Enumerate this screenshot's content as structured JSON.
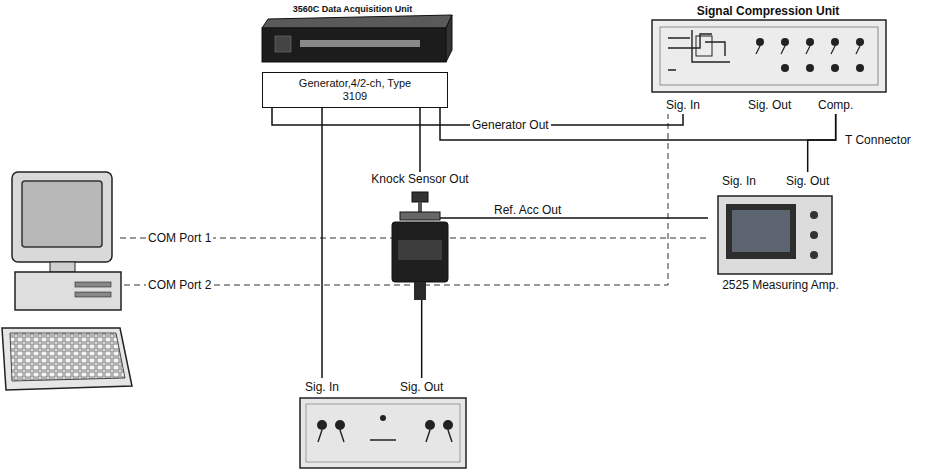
{
  "diagram": {
    "nodes": [
      {
        "text": [
          "3560C Data Acquisition Unit"
        ]
      },
      {
        "text": [
          "Generator,4/2-ch, Type 3109"
        ]
      },
      {
        "text": [
          "Signal Compression Unit",
          "Sig. In",
          "Sig. Out",
          "Comp."
        ]
      },
      {
        "text": [
          "Knock Sensor Out"
        ]
      },
      {
        "text": [
          "Sig. In",
          "Sig. Out",
          "2525 Measuring Amp."
        ]
      },
      {
        "text": [
          "Sig. In",
          "Sig. Out"
        ]
      }
    ],
    "edges": [
      {
        "from": 1,
        "to": 2,
        "arrow": "none",
        "label": "Generator Out"
      },
      {
        "from": 2,
        "to": 1,
        "arrow": "none",
        "label": "T Connector"
      },
      {
        "from": 4,
        "to": 2,
        "arrow": "none"
      },
      {
        "from": 3,
        "to": 4,
        "arrow": "none",
        "label": "Ref. Acc Out"
      },
      {
        "from": 1,
        "to": 5,
        "arrow": "none"
      },
      {
        "from": 5,
        "to": 3,
        "arrow": "none"
      },
      {
        "from": 3,
        "to": 1,
        "arrow": "none"
      }
    ],
    "labels": [
      "COM Port 1",
      "COM Port 2"
    ]
  }
}
